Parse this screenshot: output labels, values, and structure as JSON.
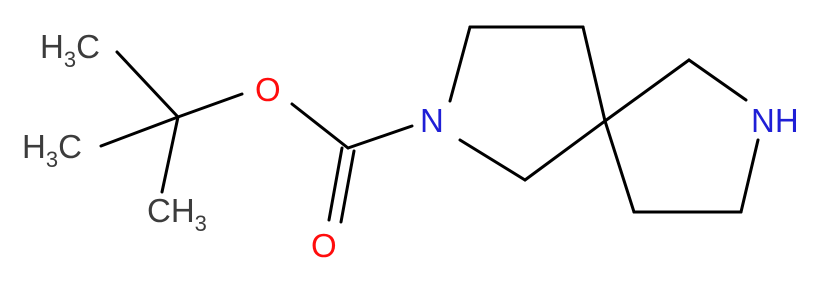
{
  "molecule": {
    "atoms": {
      "methyl_top": {
        "main": "H",
        "sub": "3",
        "tail": "C"
      },
      "methyl_mid": {
        "main": "H",
        "sub": "3",
        "tail": "C"
      },
      "methyl_bottom": {
        "main": "CH",
        "sub": "3"
      },
      "ester_oxygen": "O",
      "carbonyl_oxygen": "O",
      "ring_nitrogen_boc": "N",
      "ring_nitrogen_h": "NH"
    },
    "colors": {
      "carbon": "#000000",
      "nitrogen": "#1f1fd6",
      "oxygen": "#ff0d0d"
    }
  }
}
